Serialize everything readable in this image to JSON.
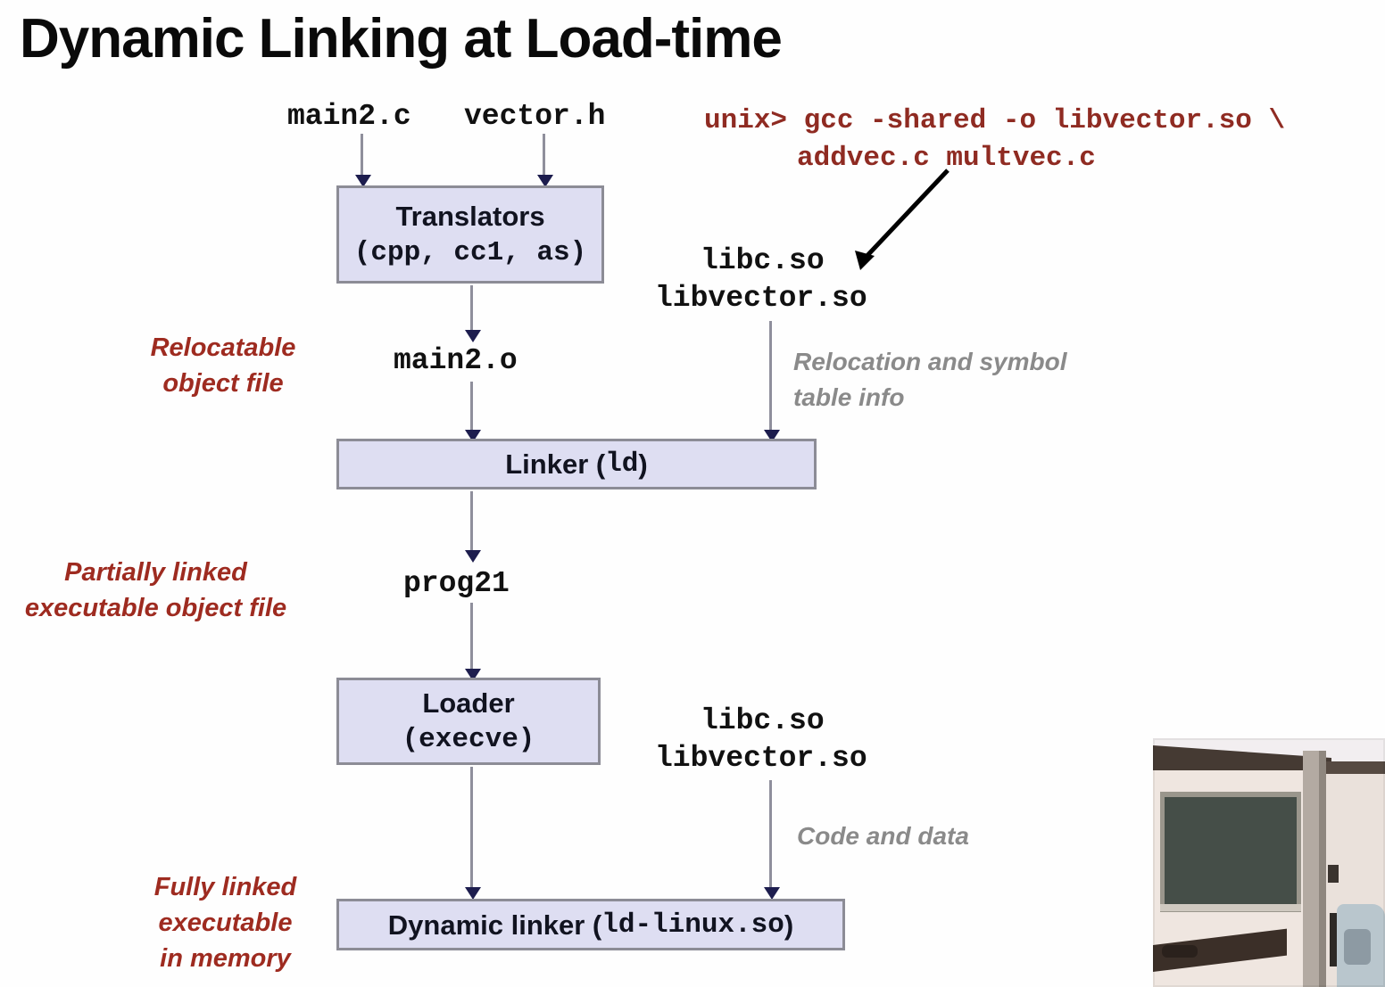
{
  "slide": {
    "title": "Dynamic Linking at Load-time",
    "background_color": "#ffffff"
  },
  "colors": {
    "box_fill": "#dedef2",
    "box_border": "#8c8c96",
    "command_red": "#8f2b22",
    "label_red": "#9e2b20",
    "annotation_gray": "#8a8a8a",
    "arrow_shaft": "#8f8f9c",
    "arrow_head": "#1d1d4e",
    "title_black": "#0a0a0a"
  },
  "source_files": {
    "main_c": "main2.c",
    "vector_h": "vector.h"
  },
  "command": {
    "line1": "unix> gcc -shared -o libvector.so \\",
    "line2": "addvec.c multvec.c"
  },
  "boxes": {
    "translators": {
      "line1": "Translators",
      "line2": "(cpp, cc1, as)"
    },
    "linker": {
      "text_plain": "Linker (",
      "text_mono": "ld",
      "text_close": ")"
    },
    "loader": {
      "line1": "Loader",
      "line2": "(execve)"
    },
    "dynamic_linker": {
      "text_plain": "Dynamic linker (",
      "text_mono": "ld-linux.so",
      "text_close": ")"
    }
  },
  "intermediate_files": {
    "main_o": "main2.o",
    "prog": "prog21"
  },
  "shared_libs_top": {
    "libc": "libc.so",
    "libvector": "libvector.so"
  },
  "shared_libs_bottom": {
    "libc": "libc.so",
    "libvector": "libvector.so"
  },
  "left_labels": {
    "relocatable": {
      "line1": "Relocatable",
      "line2": "object file"
    },
    "partially_linked": {
      "line1": "Partially linked",
      "line2": "executable object file"
    },
    "fully_linked": {
      "line1": "Fully linked",
      "line2": "executable",
      "line3": "in memory"
    }
  },
  "annotations": {
    "relocation_info": {
      "line1": "Relocation and symbol",
      "line2": "table info"
    },
    "code_and_data": "Code and data"
  },
  "video_overlay": {
    "description": "lecture-hall-camera-feed"
  }
}
